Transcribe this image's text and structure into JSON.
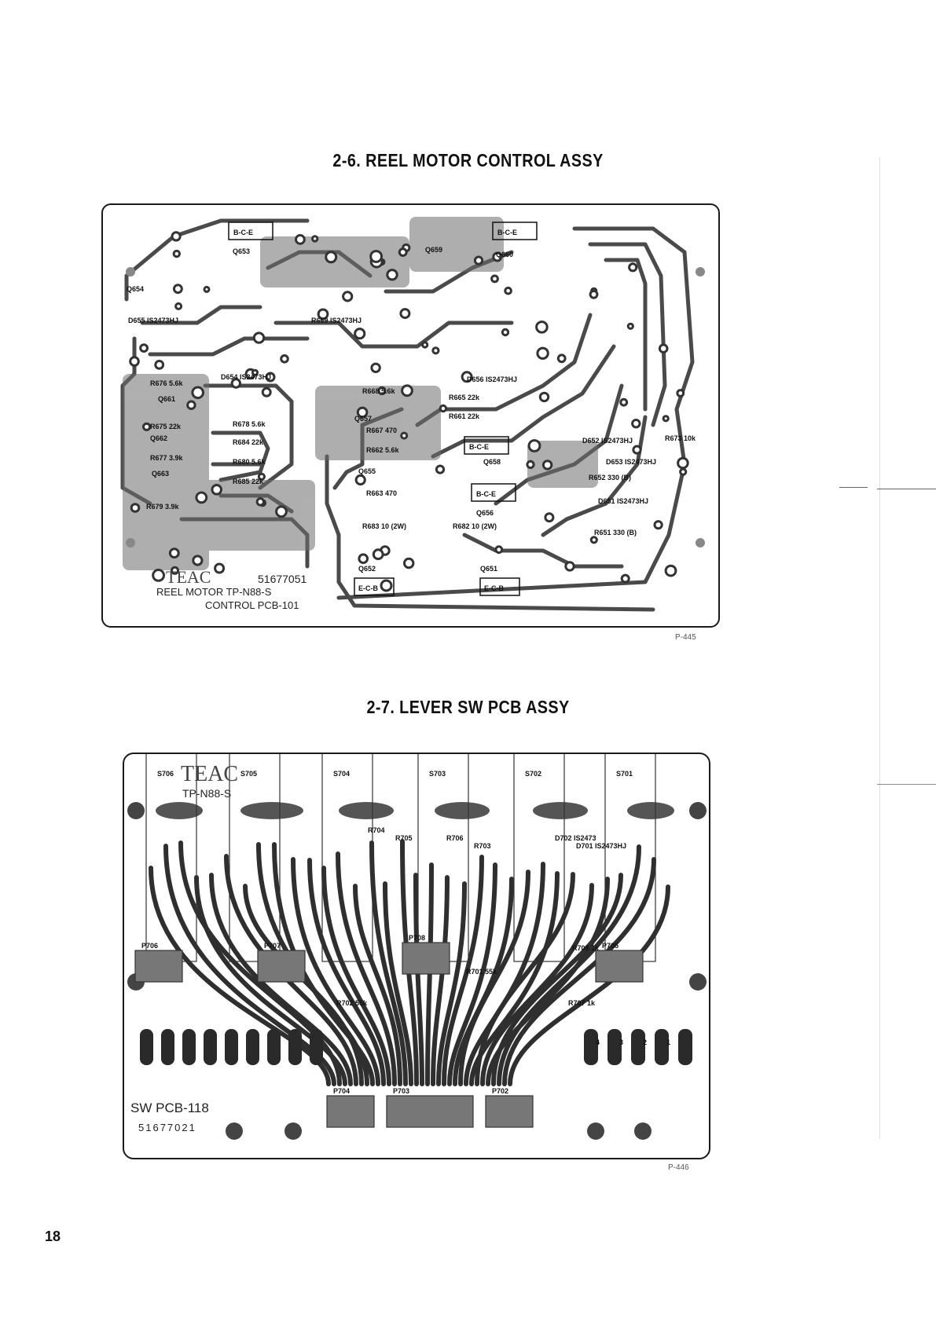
{
  "sections": {
    "reel": {
      "title": "2-6. REEL MOTOR CONTROL ASSY",
      "figure_ref": "P-445",
      "brand": "TEAC",
      "part_number": "51677051",
      "board_line1": "REEL MOTOR   TP-N88-S",
      "board_line2": "CONTROL PCB-101",
      "labels": [
        "Q653",
        "Q654",
        "Q655",
        "Q656",
        "Q657",
        "Q658",
        "Q659",
        "Q660",
        "Q661",
        "Q662",
        "Q663",
        "Q651",
        "Q652",
        "D655 IS2473HJ",
        "D656 IS2473HJ",
        "D654 IS2473HJ",
        "D652 IS2473HJ",
        "D653 IS2473HJ",
        "D651 IS2473HJ",
        "R676 5.6k",
        "R675 22k",
        "R677 3.9k",
        "R679 3.9k",
        "R678 5.6k",
        "R684 22k",
        "R680 5.6k",
        "R685 22k",
        "R668 5.6k",
        "R665 22k",
        "R661 22k",
        "R667 470",
        "R662 5.6k",
        "R663 470",
        "R683 10 (2W)",
        "R682 10 (2W)",
        "R652 330 (B)",
        "R651 330 (B)",
        "R673 10k",
        "R669 IS2473HJ"
      ],
      "pins_bce": "B-C-E",
      "pins_ecb": "E-C-B"
    },
    "lever": {
      "title": "2-7. LEVER SW PCB ASSY",
      "figure_ref": "P-446",
      "brand": "TEAC",
      "model": "TP-N88-S",
      "board_name": "SW PCB-118",
      "part_number": "51677021",
      "switches": [
        "S706",
        "S705",
        "S704",
        "S703",
        "S702",
        "S701"
      ],
      "connectors": [
        "P706",
        "P707",
        "P705",
        "P708",
        "P704",
        "P703",
        "P702"
      ],
      "resistors": [
        "R704",
        "R705",
        "R706",
        "R703",
        "R702 55k",
        "R701 55k",
        "R707 1k",
        "R708 1k"
      ],
      "diodes": [
        "D702 IS2473",
        "D701 IS2473HJ"
      ],
      "terminals": [
        "1",
        "2",
        "3",
        "4"
      ]
    }
  },
  "page_number": "18"
}
